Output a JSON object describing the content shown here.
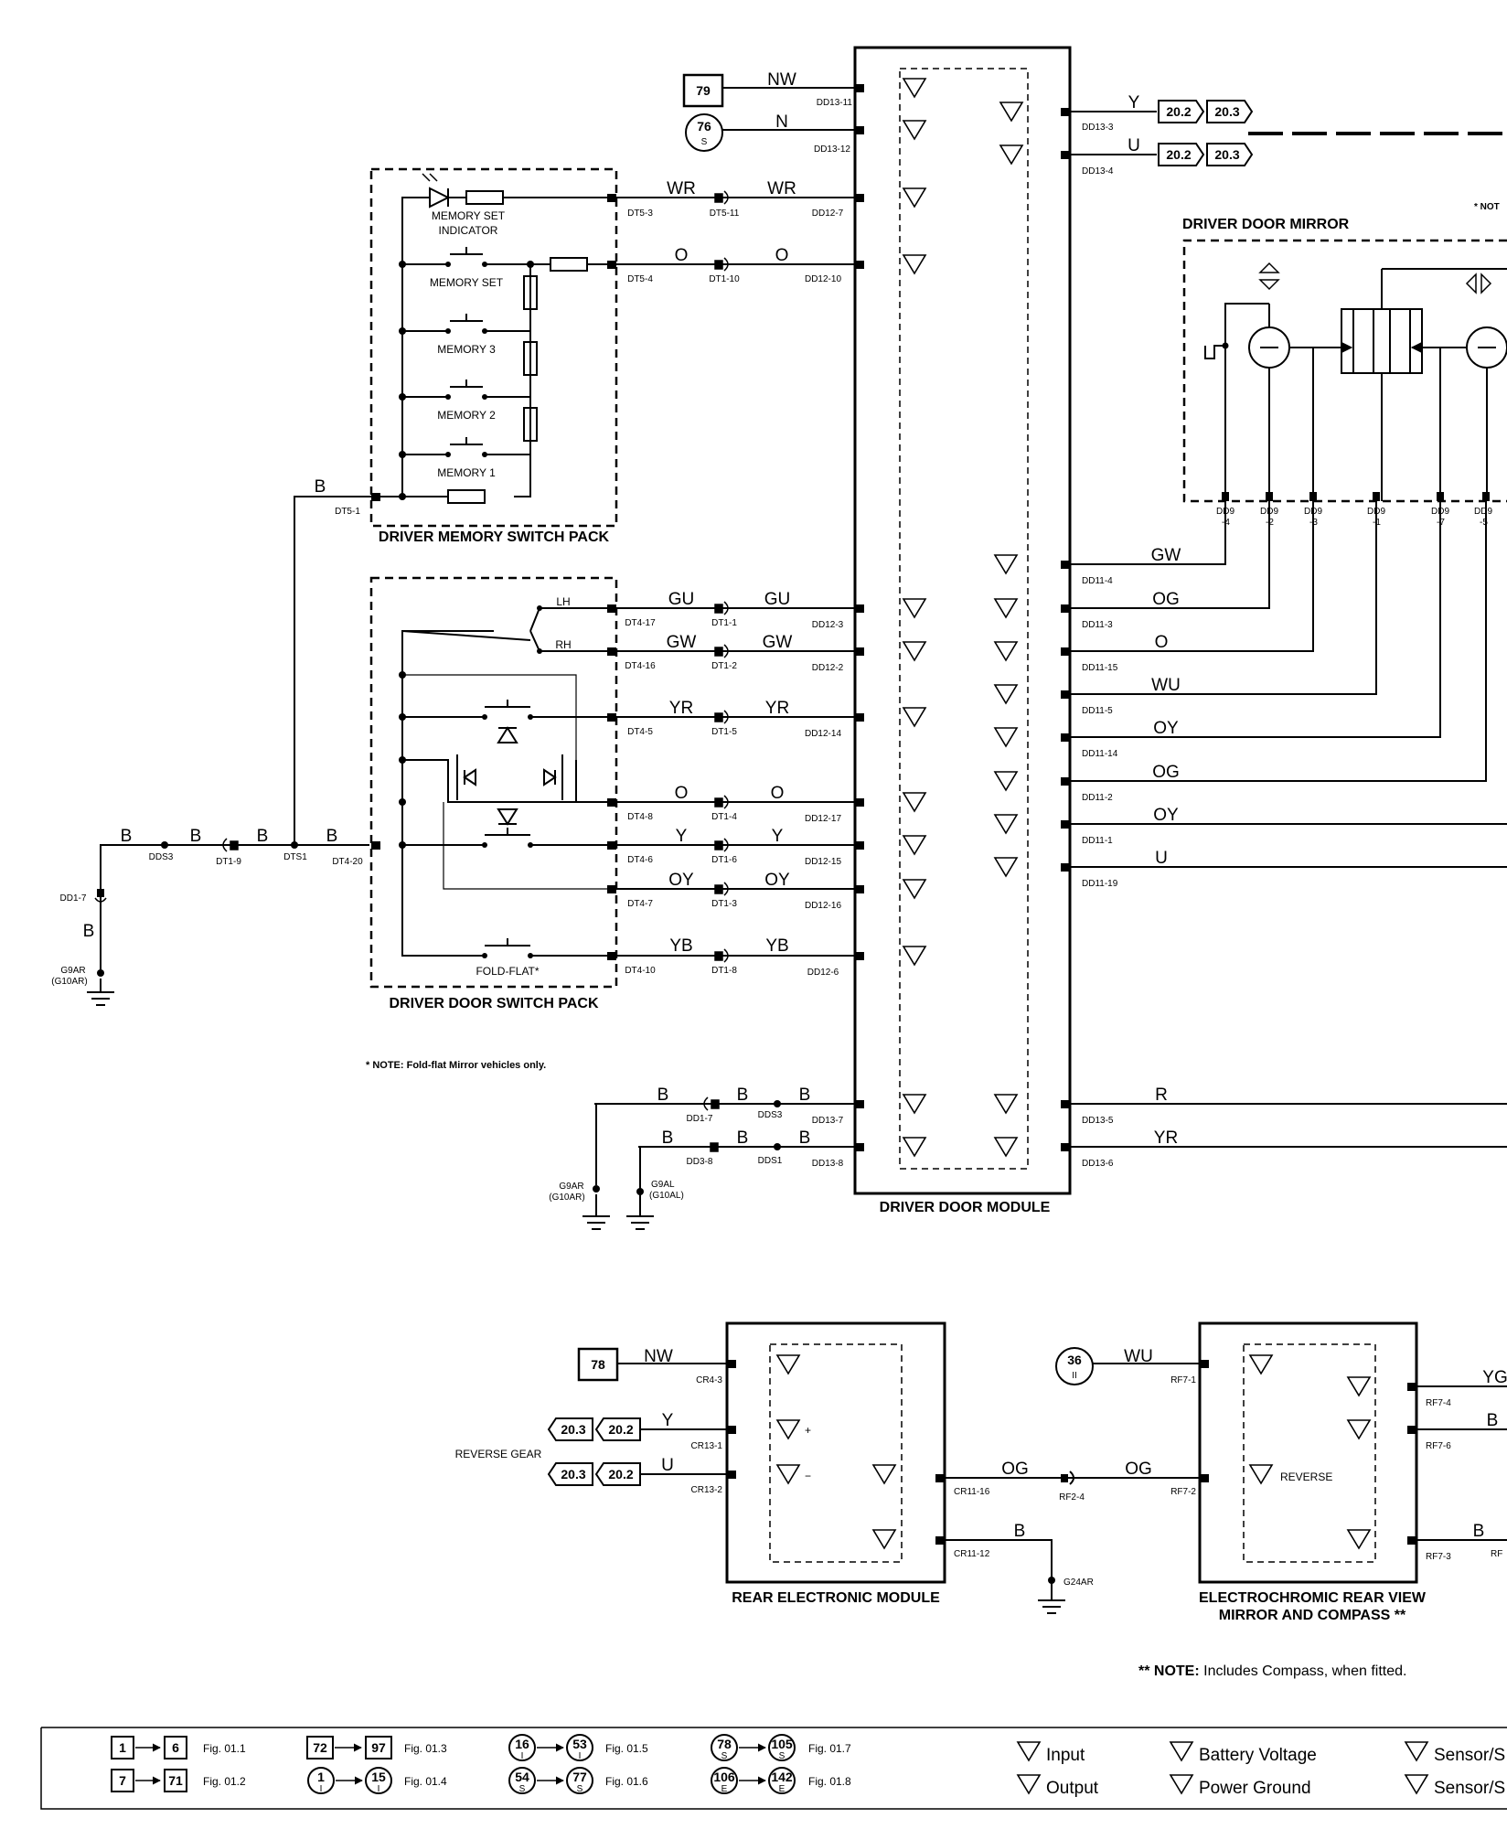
{
  "diagram": {
    "modules": {
      "driver_door_module": "DRIVER DOOR MODULE",
      "driver_memory_switch_pack": "DRIVER MEMORY SWITCH PACK",
      "driver_door_switch_pack": "DRIVER DOOR SWITCH PACK",
      "driver_door_mirror": "DRIVER DOOR MIRROR",
      "rear_electronic_module": "REAR ELECTRONIC MODULE",
      "ec_mirror_line1": "ELECTROCHROMIC REAR VIEW",
      "ec_mirror_line2": "MIRROR AND COMPASS **"
    },
    "switch_labels": {
      "memory_set_indicator_1": "MEMORY SET",
      "memory_set_indicator_2": "INDICATOR",
      "memory_set": "MEMORY SET",
      "memory_3": "MEMORY 3",
      "memory_2": "MEMORY 2",
      "memory_1": "MEMORY 1",
      "lh": "LH",
      "rh": "RH",
      "fold_flat": "FOLD-FLAT*",
      "reverse_gear": "REVERSE GEAR",
      "reverse": "REVERSE"
    },
    "refs": {
      "ref79": "79",
      "ref76": "76",
      "ref76_sub": "S",
      "ref78": "78",
      "ref36": "36",
      "ref36_sub": "II",
      "r202a": "20.2",
      "r203a": "20.3",
      "r202b": "20.2",
      "r203b": "20.3",
      "r203c": "20.3",
      "r202c": "20.2",
      "r203d": "20.3",
      "r202d": "20.2"
    },
    "wires": {
      "ddm_nw": "NW",
      "ddm_n": "N",
      "ddm_y": "Y",
      "ddm_u": "U",
      "wr1": "WR",
      "wr2": "WR",
      "o1": "O",
      "o2": "O",
      "gu1": "GU",
      "gu2": "GU",
      "gw1": "GW",
      "gw2": "GW",
      "yr1": "YR",
      "yr2": "YR",
      "o3": "O",
      "o4": "O",
      "y1": "Y",
      "y2": "Y",
      "oy1": "OY",
      "oy2": "OY",
      "yb1": "YB",
      "yb2": "YB",
      "b_dt5": "B",
      "b_g1": "B",
      "b_g2": "B",
      "b_g3": "B",
      "b_g4": "B",
      "b_dd1": "B",
      "b_m1": "B",
      "b_m2": "B",
      "b_m3": "B",
      "b_m4": "B",
      "b_m5": "B",
      "b_m6": "B",
      "out_gw": "GW",
      "out_og": "OG",
      "out_o": "O",
      "out_wu": "WU",
      "out_oy": "OY",
      "out_og2": "OG",
      "out_oy2": "OY",
      "out_u": "U",
      "out_r": "R",
      "out_yr": "YR",
      "rem_nw": "NW",
      "rem_y": "Y",
      "rem_u": "U",
      "rem_og": "OG",
      "rem_og2": "OG",
      "rem_b": "B",
      "ec_wu": "WU",
      "ec_yg": "YG",
      "ec_b1": "B",
      "ec_b2": "B"
    },
    "pins": {
      "dd13_11": "DD13-11",
      "dd13_12": "DD13-12",
      "dd13_3": "DD13-3",
      "dd13_4": "DD13-4",
      "dt5_3": "DT5-3",
      "dt5_11": "DT5-11",
      "dd12_7": "DD12-7",
      "dt5_4": "DT5-4",
      "dt1_10": "DT1-10",
      "dd12_10": "DD12-10",
      "dt5_1": "DT5-1",
      "dt4_17": "DT4-17",
      "dt1_1": "DT1-1",
      "dd12_3": "DD12-3",
      "dt4_16": "DT4-16",
      "dt1_2": "DT1-2",
      "dd12_2": "DD12-2",
      "dt4_5": "DT4-5",
      "dt1_5": "DT1-5",
      "dd12_14": "DD12-14",
      "dt4_8": "DT4-8",
      "dt1_4": "DT1-4",
      "dd12_17": "DD12-17",
      "dt4_6": "DT4-6",
      "dt1_6": "DT1-6",
      "dd12_15": "DD12-15",
      "dt4_7": "DT4-7",
      "dt1_3": "DT1-3",
      "dd12_16": "DD12-16",
      "dt4_10": "DT4-10",
      "dt1_8": "DT1-8",
      "dd12_6": "DD12-6",
      "dt4_20": "DT4-20",
      "dts1": "DTS1",
      "dt1_9": "DT1-9",
      "dds3": "DDS3",
      "dd1_7": "DD1-7",
      "g9ar_a": "G9AR",
      "g10ar_a": "(G10AR)",
      "dd11_4": "DD11-4",
      "dd11_3": "DD11-3",
      "dd11_15": "DD11-15",
      "dd11_5": "DD11-5",
      "dd11_14": "DD11-14",
      "dd11_2": "DD11-2",
      "dd11_1": "DD11-1",
      "dd11_19": "DD11-19",
      "dd9_4a": "DD9",
      "dd9_4b": "-4",
      "dd9_2a": "DD9",
      "dd9_2b": "-2",
      "dd9_3a": "DD9",
      "dd9_3b": "-3",
      "dd9_1a": "DD9",
      "dd9_1b": "-1",
      "dd9_7a": "DD9",
      "dd9_7b": "-7",
      "dd9_5a": "DD9",
      "dd9_5b": "-5",
      "dd13_5": "DD13-5",
      "dd13_6": "DD13-6",
      "dd1_7b": "DD1-7",
      "dds3b": "DDS3",
      "dd13_7": "DD13-7",
      "dd3_8": "DD3-8",
      "dds1": "DDS1",
      "dd13_8": "DD13-8",
      "g9ar_b": "G9AR",
      "g10ar_b": "(G10AR)",
      "g9al": "G9AL",
      "g10al": "(G10AL)",
      "cr4_3": "CR4-3",
      "cr13_1": "CR13-1",
      "cr13_2": "CR13-2",
      "cr11_16": "CR11-16",
      "cr11_12": "CR11-12",
      "rf2_4": "RF2-4",
      "g24ar": "G24AR",
      "rf7_1": "RF7-1",
      "rf7_2": "RF7-2",
      "rf7_4": "RF7-4",
      "rf7_6": "RF7-6",
      "rf7_3": "RF7-3",
      "rf_cut": "RF"
    },
    "notes": {
      "fold_flat": "* NOTE: Fold-flat Mirror vehicles only.",
      "compass_bold": "** NOTE:",
      "compass_text": " Includes Compass, when fitted.",
      "not_cut": "* NOT"
    }
  },
  "legend": {
    "fig_refs": [
      {
        "from": "1",
        "to": "6",
        "fig": "Fig. 01.1"
      },
      {
        "from": "7",
        "to": "71",
        "fig": "Fig. 01.2"
      },
      {
        "from": "72",
        "to": "97",
        "fig": "Fig. 01.3"
      },
      {
        "from": "1",
        "from_sub": "I",
        "to": "15",
        "to_sub": "I",
        "fig": "Fig. 01.4"
      },
      {
        "from": "16",
        "from_sub": "I",
        "to": "53",
        "to_sub": "I",
        "fig": "Fig. 01.5"
      },
      {
        "from": "54",
        "from_sub": "S",
        "to": "77",
        "to_sub": "S",
        "fig": "Fig. 01.6"
      },
      {
        "from": "78",
        "from_sub": "S",
        "to": "105",
        "to_sub": "S",
        "fig": "Fig. 01.7"
      },
      {
        "from": "106",
        "from_sub": "E",
        "to": "142",
        "to_sub": "E",
        "fig": "Fig. 01.8"
      }
    ],
    "symbols": {
      "input": "Input",
      "output": "Output",
      "battery_voltage": "Battery Voltage",
      "power_ground": "Power Ground",
      "sensor1": "Sensor/S",
      "sensor2": "Sensor/S"
    }
  }
}
